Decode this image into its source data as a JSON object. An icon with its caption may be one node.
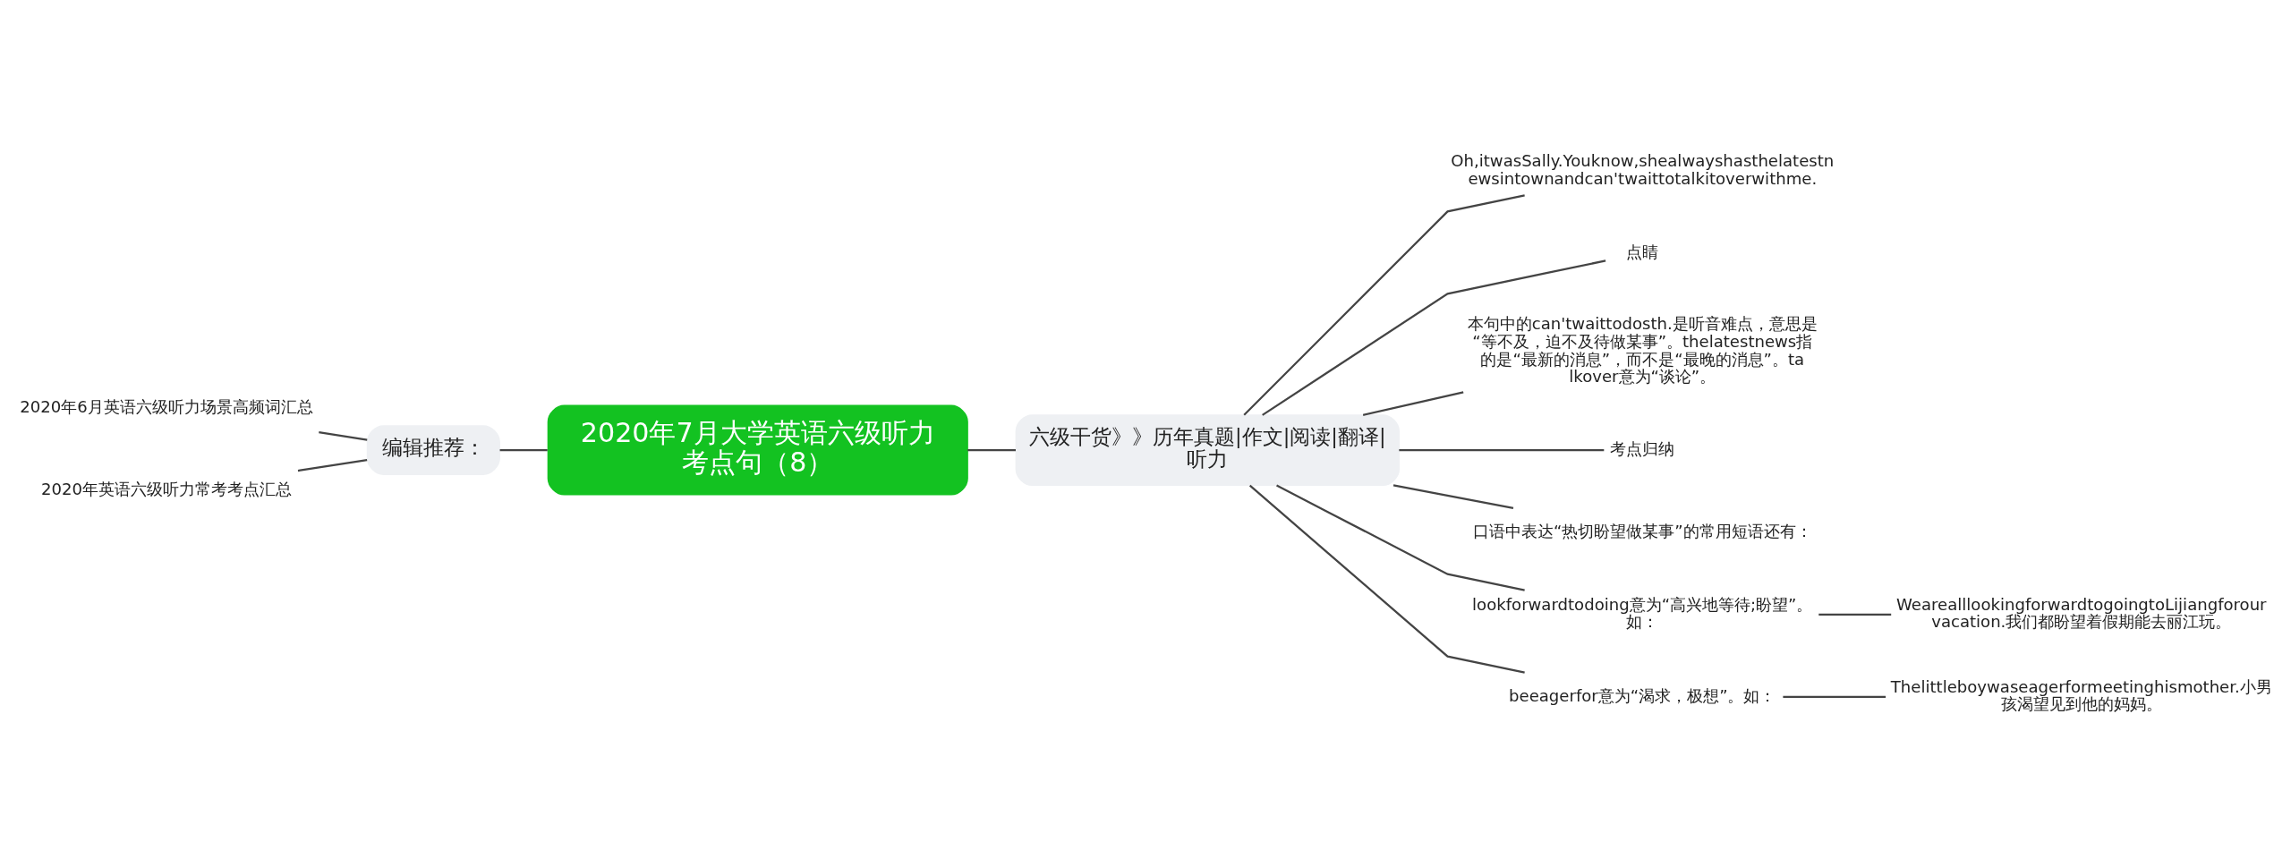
{
  "diagram": {
    "nodes": [
      {
        "text": [
          "2020年7月大学英语六级听力考点句（8）"
        ]
      },
      {
        "text": [
          "编辑推荐："
        ]
      },
      {
        "text": [
          "2020年6月英语六级听力场景高频词汇总"
        ]
      },
      {
        "text": [
          "2020年英语六级听力常考考点汇总"
        ]
      },
      {
        "text": [
          "六级干货》》历年真题|作文|阅读|翻译|听力"
        ]
      },
      {
        "text": [
          "Oh,itwasSally.Youknow,shealwayshasthelatestnewsintownandcan'twaittotalkitoverwithme."
        ]
      },
      {
        "text": [
          "点睛"
        ]
      },
      {
        "text": [
          "本句中的can'twaittodosth.是听音难点，意思是“等不及，迫不及待做某事”。thelatestnews指的是“最新的消息”，而不是“最晚的消息”。talkover意为“谈论”。"
        ]
      },
      {
        "text": [
          "考点归纳"
        ]
      },
      {
        "text": [
          "口语中表达“热切盼望做某事”的常用短语还有："
        ]
      },
      {
        "text": [
          "lookforwardtodoing意为“高兴地等待;盼望”。如："
        ]
      },
      {
        "text": [
          "WearealllookingforwardtogoingtoLijiangforourvacation.我们都盼望着假期能去丽江玩。"
        ]
      },
      {
        "text": [
          "beeagerfor意为“渴求，极想”。如："
        ]
      },
      {
        "text": [
          "Thelittleboywaseagerformeetinghismother.小男孩渴望见到他的妈妈。"
        ]
      }
    ],
    "edges": [
      {
        "from": 0,
        "to": 1,
        "arrow": "none"
      },
      {
        "from": 1,
        "to": 2,
        "arrow": "none"
      },
      {
        "from": 1,
        "to": 3,
        "arrow": "none"
      },
      {
        "from": 0,
        "to": 4,
        "arrow": "none"
      },
      {
        "from": 4,
        "to": 5,
        "arrow": "none"
      },
      {
        "from": 4,
        "to": 6,
        "arrow": "none"
      },
      {
        "from": 4,
        "to": 7,
        "arrow": "none"
      },
      {
        "from": 4,
        "to": 8,
        "arrow": "none"
      },
      {
        "from": 4,
        "to": 9,
        "arrow": "none"
      },
      {
        "from": 4,
        "to": 10,
        "arrow": "none"
      },
      {
        "from": 4,
        "to": 12,
        "arrow": "none"
      },
      {
        "from": 10,
        "to": 11,
        "arrow": "none"
      },
      {
        "from": 12,
        "to": 13,
        "arrow": "none"
      }
    ]
  }
}
